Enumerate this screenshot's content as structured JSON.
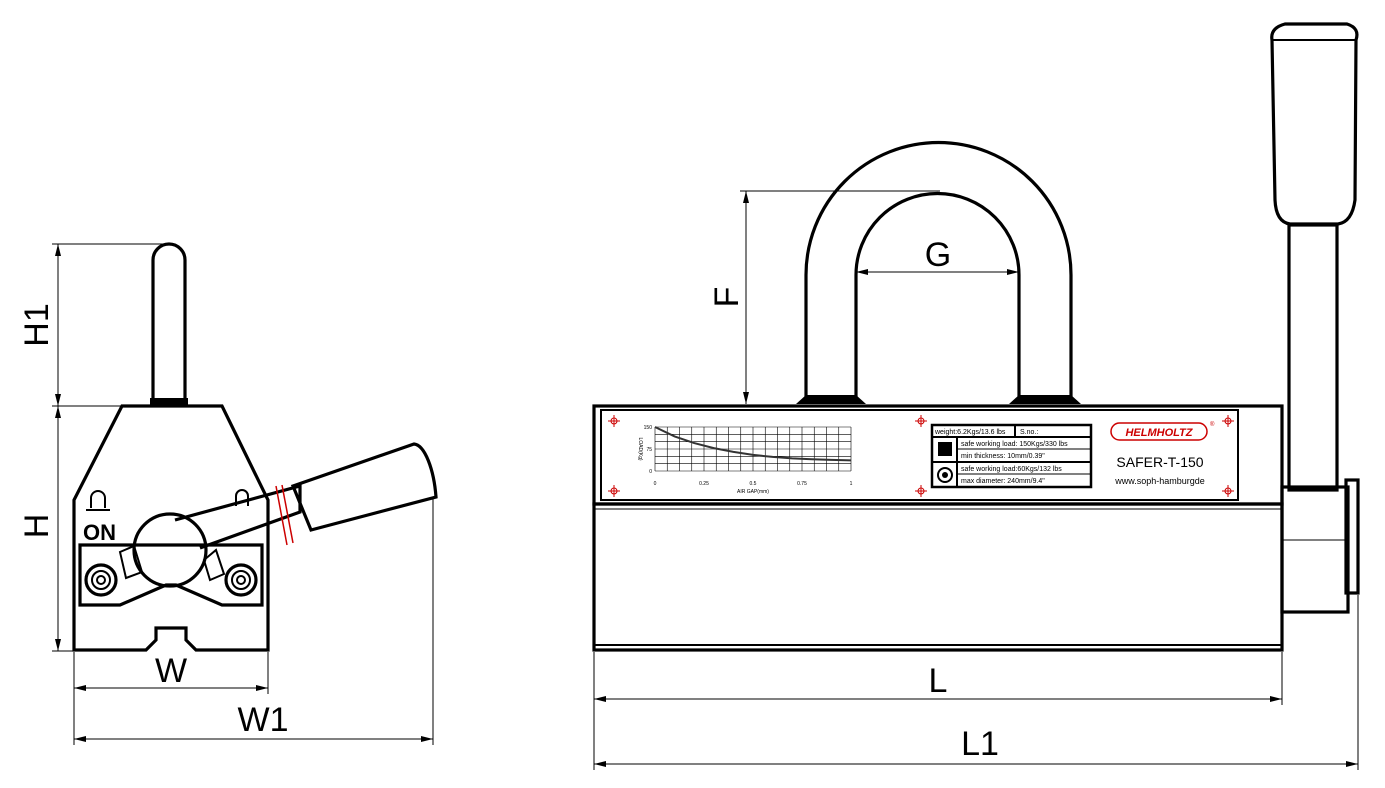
{
  "dimensions": {
    "h1": "H1",
    "h": "H",
    "w": "W",
    "w1": "W1",
    "f": "F",
    "g": "G",
    "l": "L",
    "l1": "L1"
  },
  "side_view": {
    "on_label": "ON"
  },
  "nameplate": {
    "brand": "HELMHOLTZ",
    "model": "SAFER-T-150",
    "website": "www.soph-hamburgde",
    "spec_rows": [
      "weight:6.2Kgs/13.6 lbs",
      "S.no.:",
      "safe working load:  150Kgs/330 lbs",
      "min thickness:        10mm/0.39\"",
      "safe working load:60Kgs/132 lbs",
      "max diameter:      240mm/9.4\""
    ]
  },
  "chart_data": {
    "type": "line",
    "ylabel": "LOAD(Kg)",
    "xlabel": "AIR GAP(mm)",
    "y_ticks": [
      "150",
      "75",
      "0"
    ],
    "x_ticks": [
      "0",
      "0.25",
      "0.5",
      "0.75",
      "1"
    ],
    "xlim": [
      0,
      1
    ],
    "ylim": [
      0,
      150
    ],
    "x": [
      0,
      0.1,
      0.2,
      0.3,
      0.4,
      0.5,
      0.6,
      0.7,
      0.8,
      0.9,
      1.0
    ],
    "y": [
      150,
      118,
      95,
      78,
      65,
      55,
      48,
      43,
      40,
      38,
      36
    ],
    "grid": true
  }
}
